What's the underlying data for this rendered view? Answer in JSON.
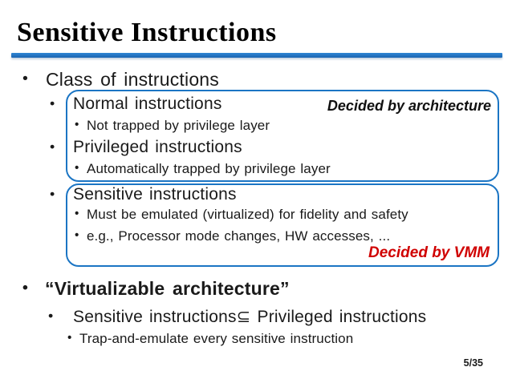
{
  "slide": {
    "title": "Sensitive Instructions",
    "page_number": "5/35"
  },
  "colors": {
    "title_rule_blue": "#1b66b2",
    "box_border_blue": "#1b75c4",
    "note_red": "#d00000",
    "text_black": "#1a1a1a"
  },
  "content": {
    "class_label": "Class of instructions",
    "normal_label": "Normal instructions",
    "normal_sub": "Not trapped by privilege layer",
    "privileged_label": "Privileged instructions",
    "privileged_sub": "Automatically trapped by privilege layer",
    "sensitive_label": "Sensitive instructions",
    "sensitive_sub1": "Must be emulated (virtualized) for fidelity and safety",
    "sensitive_sub2": "e.g., Processor mode changes, HW accesses, ...",
    "virtualizable_label": "“Virtualizable architecture”",
    "subset_label": "Sensitive instructions⊆ Privileged instructions",
    "trap_label": "Trap-and-emulate every sensitive instruction"
  },
  "notes": {
    "architecture": "Decided by architecture",
    "vmm": "Decided by VMM"
  }
}
